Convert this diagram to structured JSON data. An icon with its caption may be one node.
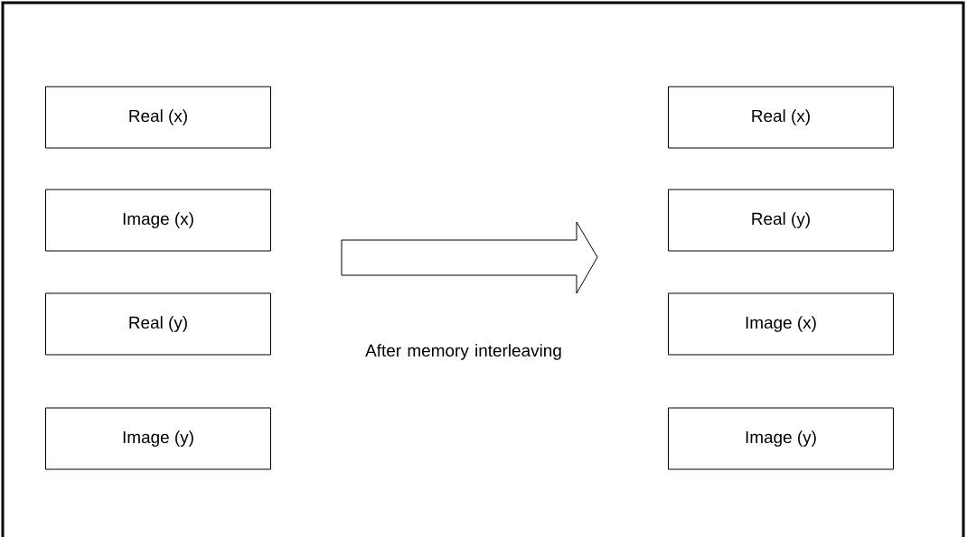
{
  "diagram": {
    "nodes": [
      {
        "text": [
          "Real (x)"
        ]
      },
      {
        "text": [
          "Image (x)"
        ]
      },
      {
        "text": [
          "Real (y)"
        ]
      },
      {
        "text": [
          "Image (y)"
        ]
      },
      {
        "text": [
          "Real (x)"
        ]
      },
      {
        "text": [
          "Real (y)"
        ]
      },
      {
        "text": [
          "Image (x)"
        ]
      },
      {
        "text": [
          "Image (y)"
        ]
      }
    ],
    "edges": [],
    "labels": [
      "After memory interleaving"
    ]
  }
}
